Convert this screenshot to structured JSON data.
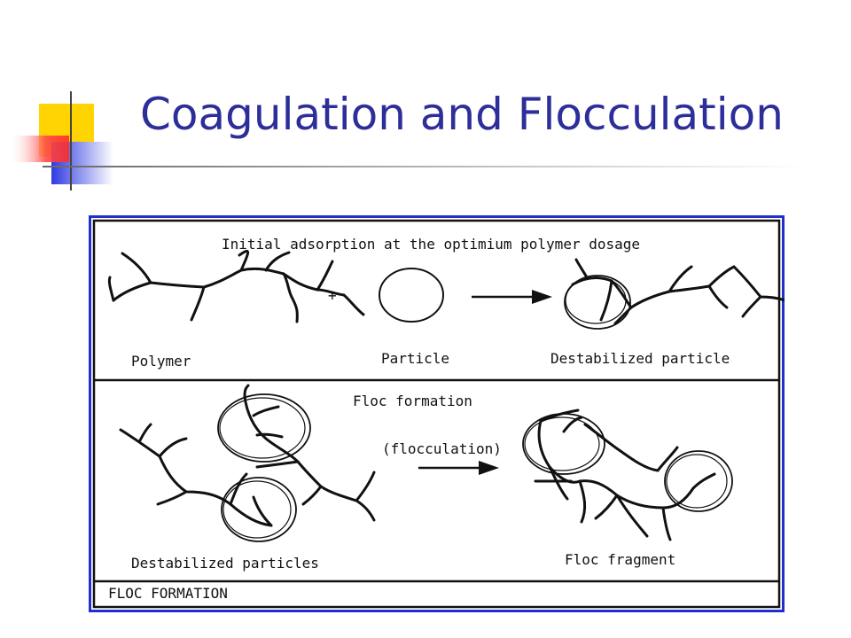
{
  "slide": {
    "title": "Coagulation and Flocculation"
  },
  "figure": {
    "top_panel": {
      "heading": "Initial adsorption at the optimium polymer dosage",
      "plus_sign": "+",
      "labels": {
        "polymer": "Polymer",
        "particle": "Particle",
        "destabilized_particle": "Destabilized particle"
      }
    },
    "bottom_panel": {
      "heading": "Floc formation",
      "arrow_label": "(flocculation)",
      "labels": {
        "destabilized_particles": "Destabilized particles",
        "floc_fragment": "Floc fragment"
      }
    },
    "caption": "FLOC FORMATION"
  },
  "colors": {
    "title": "#2d2e9a",
    "frame_blue": "#1f2fd0",
    "deco_yellow": "#ffd400",
    "deco_red": "#ff3b3b",
    "deco_blue": "#3a45e0"
  }
}
